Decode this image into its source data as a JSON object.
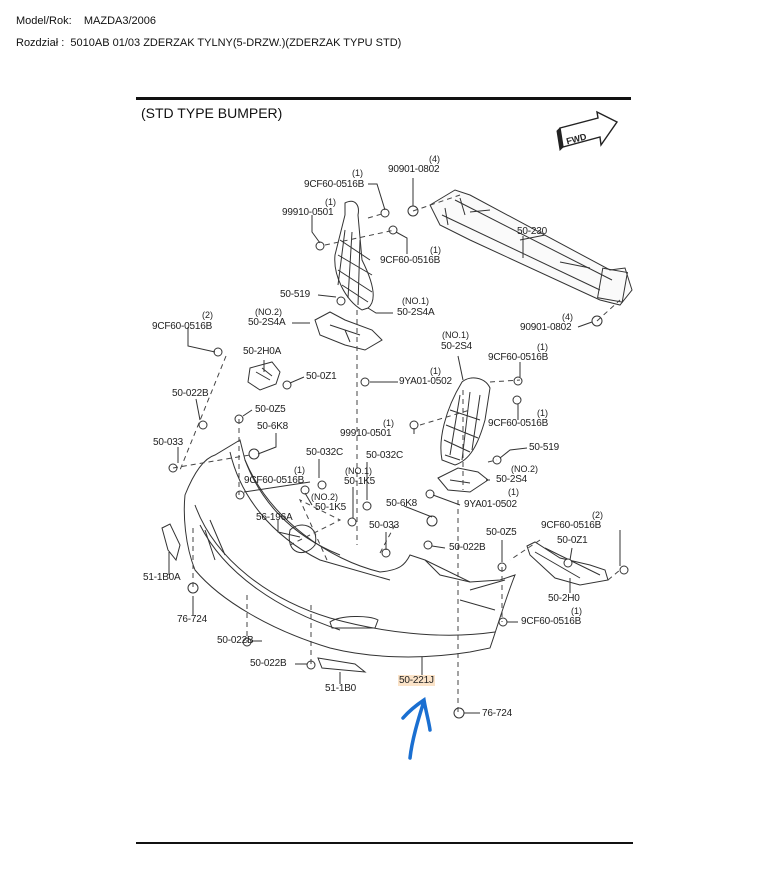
{
  "header": {
    "model_label": "Model/Rok:",
    "model_value": "MAZDA3/2006",
    "section_label": "Rozdział :",
    "section_value": "5010AB 01/03 ZDERZAK TYLNY(5-DRZW.)(ZDERZAK TYPU STD)"
  },
  "diagram": {
    "title": "(STD TYPE BUMPER)",
    "fwd_icon_label": "FWD",
    "annotation_arrow_color": "#1a6fd1",
    "highlight_color": "#fbe3c8",
    "highlighted_part": "50-221J",
    "labels": [
      {
        "id": "p1",
        "text": "9CF60-0516B",
        "qty": "(1)"
      },
      {
        "id": "p2",
        "text": "90901-0802",
        "qty": "(4)"
      },
      {
        "id": "p3",
        "text": "99910-0501",
        "qty": "(1)"
      },
      {
        "id": "p4",
        "text": "9CF60-0516B",
        "qty": "(1)"
      },
      {
        "id": "p5",
        "text": "50-230",
        "qty": ""
      },
      {
        "id": "p6",
        "text": "50-519",
        "qty": ""
      },
      {
        "id": "p7",
        "text": "50-2S4A",
        "qty": "(NO.1)"
      },
      {
        "id": "p8",
        "text": "50-2S4A",
        "qty": "(NO.2)"
      },
      {
        "id": "p9",
        "text": "90901-0802",
        "qty": "(4)"
      },
      {
        "id": "p10",
        "text": "9CF60-0516B",
        "qty": "(2)"
      },
      {
        "id": "p11",
        "text": "50-2H0A",
        "qty": ""
      },
      {
        "id": "p12",
        "text": "50-2S4",
        "qty": "(NO.1)"
      },
      {
        "id": "p13",
        "text": "9CF60-0516B",
        "qty": "(1)"
      },
      {
        "id": "p14",
        "text": "50-0Z1",
        "qty": ""
      },
      {
        "id": "p15",
        "text": "9YA01-0502",
        "qty": "(1)"
      },
      {
        "id": "p16",
        "text": "50-022B",
        "qty": ""
      },
      {
        "id": "p17",
        "text": "50-0Z5",
        "qty": ""
      },
      {
        "id": "p18",
        "text": "9CF60-0516B",
        "qty": "(1)"
      },
      {
        "id": "p19",
        "text": "50-6K8",
        "qty": ""
      },
      {
        "id": "p20",
        "text": "99910-0501",
        "qty": "(1)"
      },
      {
        "id": "p21",
        "text": "50-033",
        "qty": ""
      },
      {
        "id": "p22",
        "text": "50-519",
        "qty": ""
      },
      {
        "id": "p23",
        "text": "50-032C",
        "qty": ""
      },
      {
        "id": "p24",
        "text": "50-032C",
        "qty": ""
      },
      {
        "id": "p25",
        "text": "9CF60-0516B",
        "qty": "(1)"
      },
      {
        "id": "p26",
        "text": "50-1K5",
        "qty": "(NO.1)"
      },
      {
        "id": "p27",
        "text": "50-2S4",
        "qty": "(NO.2)"
      },
      {
        "id": "p28",
        "text": "50-1K5",
        "qty": "(NO.2)"
      },
      {
        "id": "p29",
        "text": "50-6K8",
        "qty": ""
      },
      {
        "id": "p30",
        "text": "9YA01-0502",
        "qty": "(1)"
      },
      {
        "id": "p31",
        "text": "56-196A",
        "qty": ""
      },
      {
        "id": "p32",
        "text": "50-033",
        "qty": ""
      },
      {
        "id": "p33",
        "text": "50-0Z5",
        "qty": ""
      },
      {
        "id": "p34",
        "text": "9CF60-0516B",
        "qty": "(2)"
      },
      {
        "id": "p35",
        "text": "50-022B",
        "qty": ""
      },
      {
        "id": "p36",
        "text": "50-0Z1",
        "qty": ""
      },
      {
        "id": "p37",
        "text": "51-1B0A",
        "qty": ""
      },
      {
        "id": "p38",
        "text": "50-2H0",
        "qty": ""
      },
      {
        "id": "p39",
        "text": "76-724",
        "qty": ""
      },
      {
        "id": "p40",
        "text": "9CF60-0516B",
        "qty": "(1)"
      },
      {
        "id": "p41",
        "text": "50-022B",
        "qty": ""
      },
      {
        "id": "p42",
        "text": "50-022B",
        "qty": ""
      },
      {
        "id": "p43",
        "text": "51-1B0",
        "qty": ""
      },
      {
        "id": "p44",
        "text": "50-221J",
        "qty": ""
      },
      {
        "id": "p45",
        "text": "76-724",
        "qty": ""
      }
    ]
  }
}
